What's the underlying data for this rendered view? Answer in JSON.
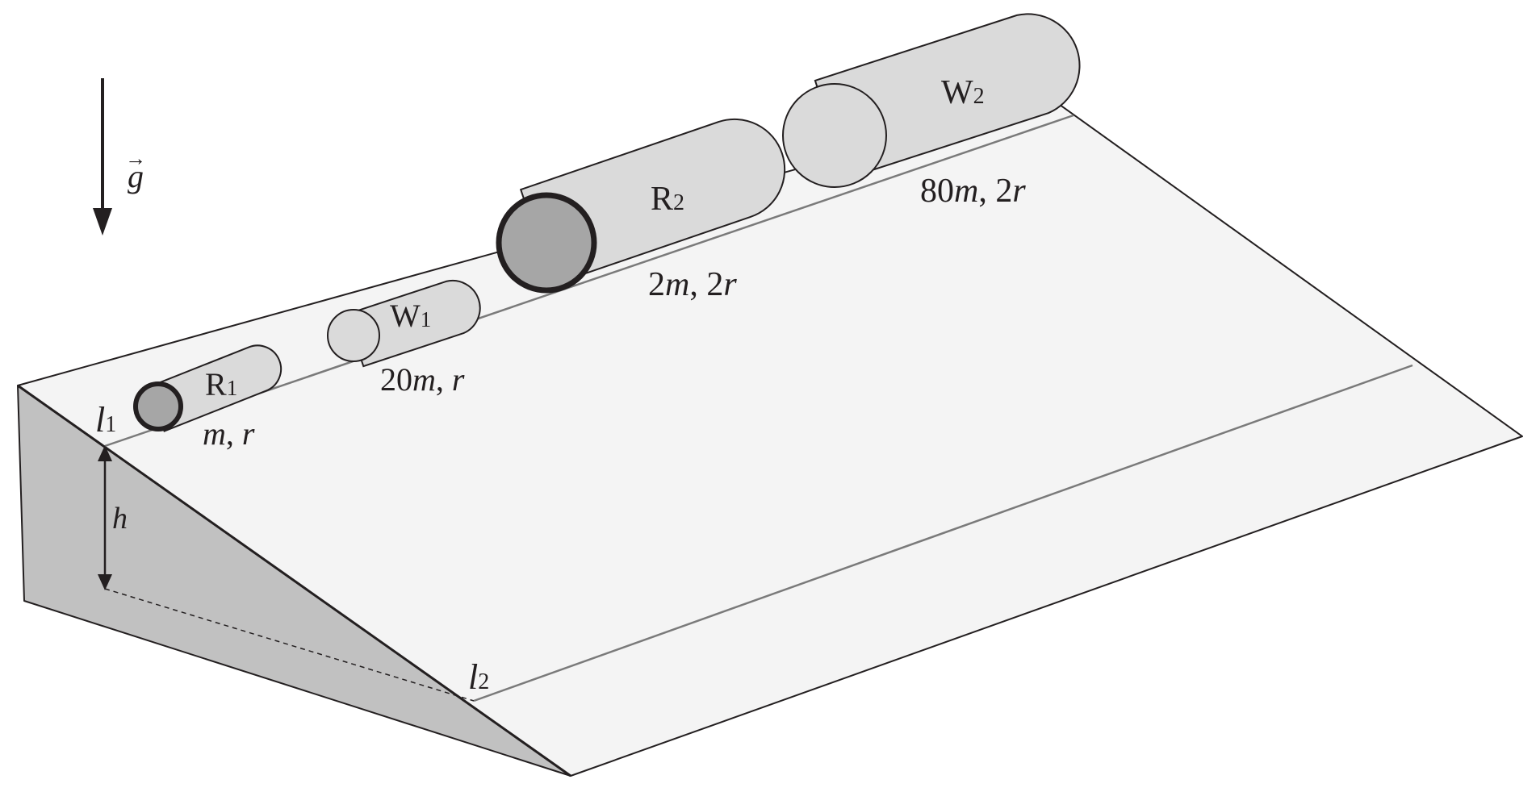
{
  "gravity": {
    "symbol": "g",
    "arrow_mark": "→"
  },
  "height_label": "h",
  "lines": [
    {
      "letter": "l",
      "subscript": "1"
    },
    {
      "letter": "l",
      "subscript": "2"
    }
  ],
  "cylinders": [
    {
      "name_letter": "R",
      "name_sub": "1",
      "mass_coef": "",
      "mass_var": "m",
      "radius_coef": "",
      "radius_var": "r",
      "hollow": false
    },
    {
      "name_letter": "W",
      "name_sub": "1",
      "mass_coef": "20",
      "mass_var": "m",
      "radius_coef": "",
      "radius_var": "r",
      "hollow": true
    },
    {
      "name_letter": "R",
      "name_sub": "2",
      "mass_coef": "2",
      "mass_var": "m",
      "radius_coef": "2",
      "radius_var": "r",
      "hollow": false
    },
    {
      "name_letter": "W",
      "name_sub": "2",
      "mass_coef": "80",
      "mass_var": "m",
      "radius_coef": "2",
      "radius_var": "r",
      "hollow": true
    }
  ],
  "colors": {
    "ramp_top": "#f4f4f4",
    "ramp_side": "#c1c1c1",
    "ramp_edge": "#231f20",
    "guide_line": "#7a7a7a",
    "cylinder_body": "#dadada",
    "solid_end": "#a6a6a6"
  }
}
